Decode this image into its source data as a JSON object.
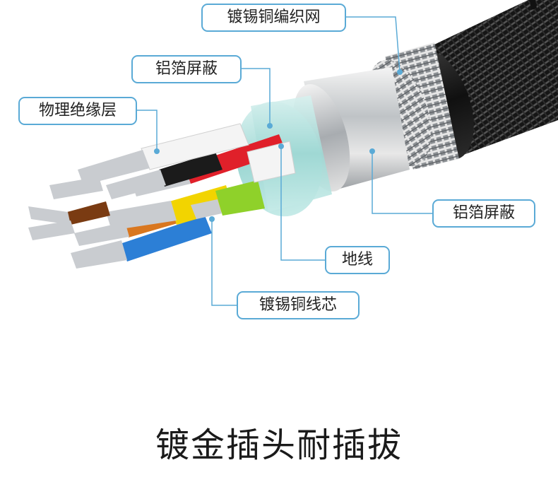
{
  "labels": {
    "braid": "镀锡铜编织网",
    "foil_inner": "铝箔屏蔽",
    "insulation": "物理绝缘层",
    "foil_outer": "铝箔屏蔽",
    "ground": "地线",
    "core": "镀锡铜线芯"
  },
  "caption": "镀金插头耐插拔",
  "colors": {
    "callout_line": "#5aaad6",
    "jacket": "#1b1b1b",
    "wire_red": "#e0202a",
    "wire_green": "#8fd12a",
    "wire_yellow": "#f2d400",
    "wire_blue": "#2c7fd6",
    "wire_orange": "#d9771f",
    "wire_brown": "#7a3b12"
  }
}
